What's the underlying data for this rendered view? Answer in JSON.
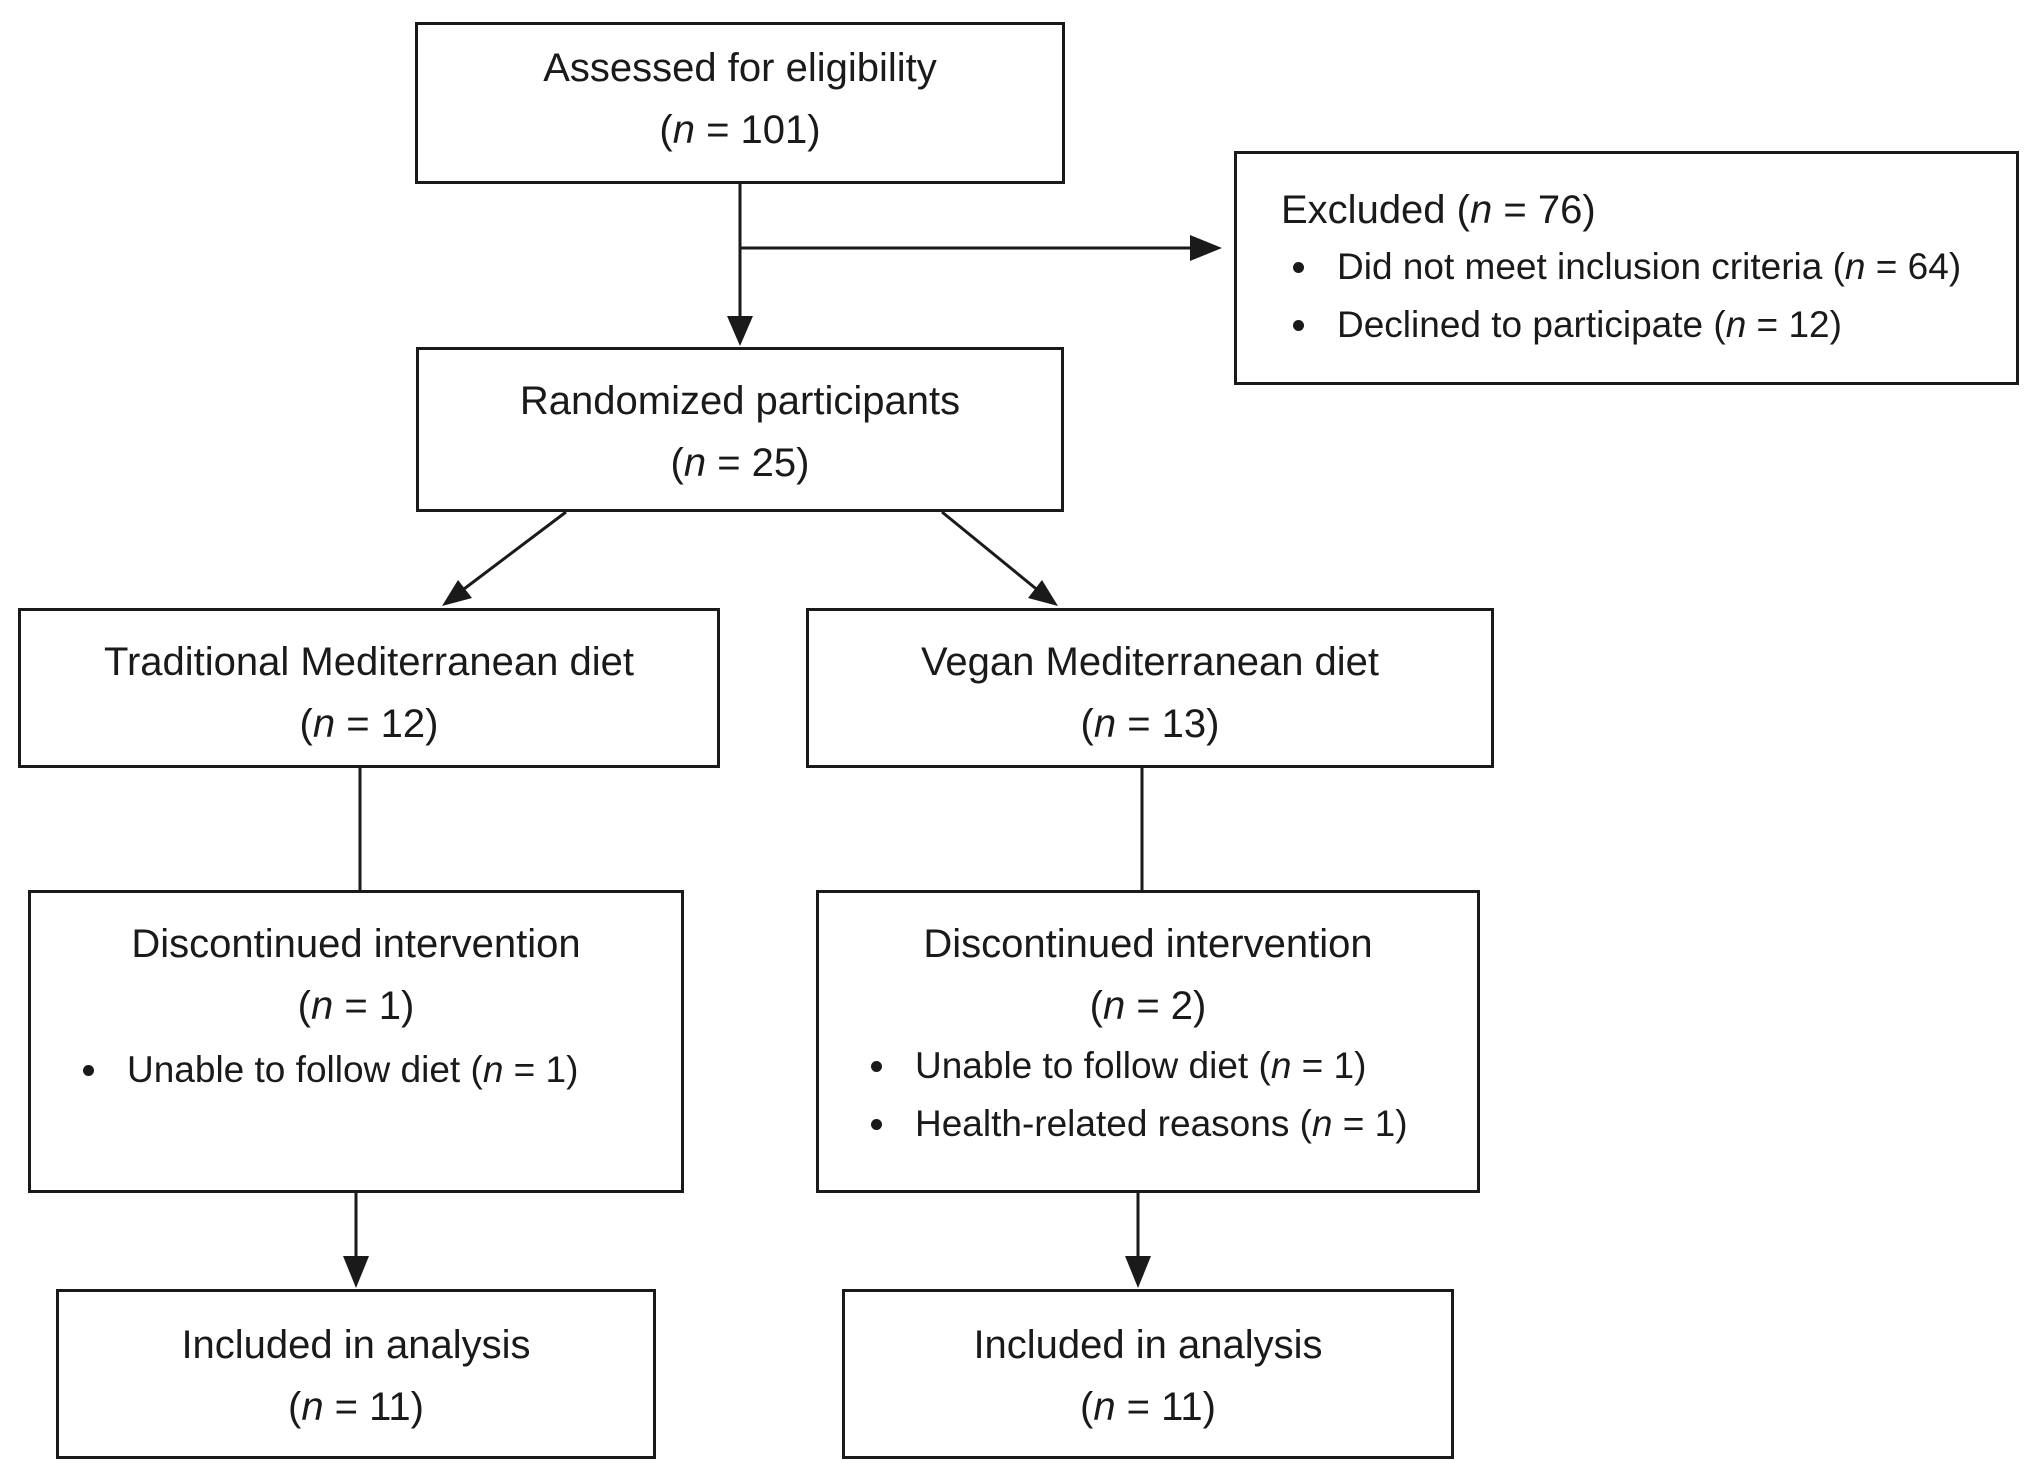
{
  "n_symbol": "n",
  "assessed": {
    "title": "Assessed for eligibility",
    "count_prefix": "(",
    "count_suffix": " = 101)"
  },
  "excluded": {
    "title_prefix": "Excluded (",
    "title_suffix": " = 76)",
    "reasons": [
      {
        "label": "Did not meet inclusion criteria (",
        "suffix": " = 64)"
      },
      {
        "label": "Declined to participate (",
        "suffix": " = 12)"
      }
    ]
  },
  "randomized": {
    "title": "Randomized participants",
    "count_prefix": "(",
    "count_suffix": " = 25)"
  },
  "arms": [
    {
      "allocation": {
        "title": "Traditional Mediterranean diet",
        "count_prefix": "(",
        "count_suffix": " = 12)"
      },
      "discontinued": {
        "title": "Discontinued intervention",
        "count_prefix": "(",
        "count_suffix": " = 1)",
        "reasons": [
          {
            "label": "Unable to follow diet (",
            "suffix": " = 1)"
          }
        ]
      },
      "analysis": {
        "title": "Included in analysis",
        "count_prefix": "(",
        "count_suffix": " = 11)"
      }
    },
    {
      "allocation": {
        "title": "Vegan Mediterranean diet",
        "count_prefix": "(",
        "count_suffix": " = 13)"
      },
      "discontinued": {
        "title": "Discontinued intervention",
        "count_prefix": "(",
        "count_suffix": " = 2)",
        "reasons": [
          {
            "label": "Unable to follow diet (",
            "suffix": " = 1)"
          },
          {
            "label": "Health-related reasons (",
            "suffix": " = 1)"
          }
        ]
      },
      "analysis": {
        "title": "Included in analysis",
        "count_prefix": "(",
        "count_suffix": " = 11)"
      }
    }
  ]
}
